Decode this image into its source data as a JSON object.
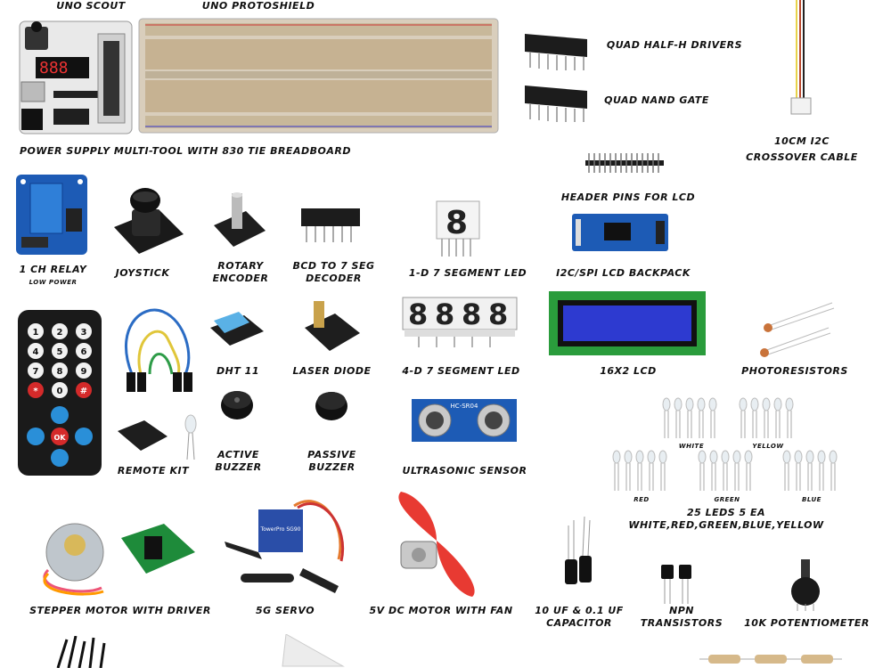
{
  "labels": {
    "uno_scout": "Uno Scout",
    "uno_protoshield": "Uno Protoshield",
    "quad_half_h": "Quad Half-H Drivers",
    "quad_nand": "Quad Nand Gate",
    "i2c_cable_1": "10cm I2C",
    "i2c_cable_2": "Crossover Cable",
    "power_supply": "Power Supply Multi-Tool with 830 Tie Breadboard",
    "header_pins": "Header Pins for LCD",
    "relay": "1 Ch Relay",
    "relay_sub": "Low Power",
    "joystick": "Joystick",
    "rotary_1": "Rotary",
    "rotary_2": "Encoder",
    "bcd_1": "BCD to 7 Seg",
    "bcd_2": "Decoder",
    "seg1": "1-D 7 Segment LED",
    "lcd_backpack": "I2C/SPI LCD Backpack",
    "dht": "DHT 11",
    "laser": "Laser Diode",
    "seg4": "4-D 7 Segment LED",
    "lcd": "16x2 LCD",
    "photo": "Photoresistors",
    "remote_kit": "Remote Kit",
    "active_1": "Active",
    "active_2": "Buzzer",
    "passive_1": "Passive",
    "passive_2": "Buzzer",
    "ultrasonic": "Ultrasonic Sensor",
    "led_white": "White",
    "led_yellow": "Yellow",
    "led_red": "Red",
    "led_green": "Green",
    "led_blue": "Blue",
    "leds_1": "25 LEDs 5 ea",
    "leds_2": "White,Red,Green,Blue,Yellow",
    "stepper": "Stepper Motor with Driver",
    "servo": "5g Servo",
    "dc_motor": "5V DC Motor with Fan",
    "cap_1": "10 uF & 0.1 uF",
    "cap_2": "Capacitor",
    "npn_1": "NPN",
    "npn_2": "Transistors",
    "pot": "10K Potentiometer"
  },
  "parts": {
    "seg_digit": "8",
    "remote_buttons": [
      "1",
      "2",
      "3",
      "4",
      "5",
      "6",
      "7",
      "8",
      "9",
      "*",
      "0",
      "#"
    ],
    "remote_ok": "OK",
    "ultrasonic_text": "HC-SR04",
    "servo_text": "TowerPro SG90"
  },
  "colors": {
    "pcb_blue": "#1d5bb5",
    "breadboard": "#c9b79a",
    "remote_black": "#1a1a1a",
    "remote_blue": "#2a8fd8",
    "remote_red": "#d42a2a",
    "fan_red": "#e83a32",
    "led_glass": "#e8eef2"
  }
}
